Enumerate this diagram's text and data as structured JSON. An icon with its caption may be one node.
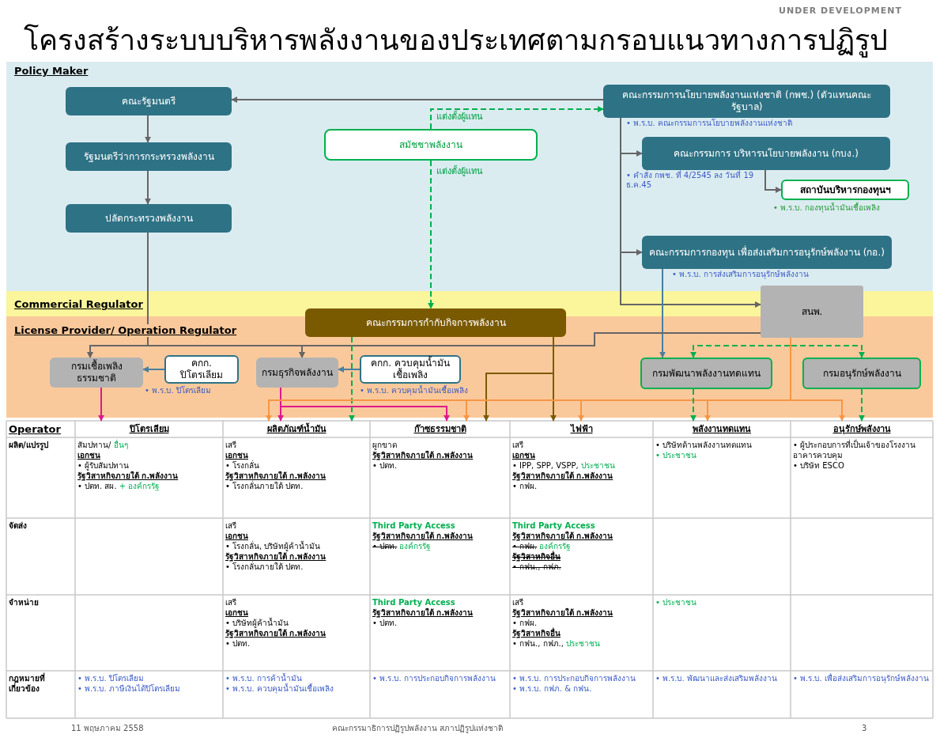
{
  "diagram": {
    "title": "โครงสร้างระบบบริหารพลังงานของประเทศตามกรอบแนวทางการปฏิรูป",
    "nodes": [
      {
        "text": [
          "คณะรัฐมนตรี"
        ]
      },
      {
        "text": [
          "รัฐมนตรีว่าการกระทรวงพลังงาน"
        ]
      },
      {
        "text": [
          "ปลัดกระทรวงพลังงาน"
        ]
      },
      {
        "text": [
          "สมัชชาพลังงาน"
        ]
      },
      {
        "text": [
          "คณะกรรมการนโยบายพลังงานแห่งชาติ (กพช.) (ตัวแทนคณะรัฐบาล)"
        ],
        "beside": [
          "• พ.ร.บ. คณะกรรมการนโยบายพลังงานแห่งชาติ"
        ]
      },
      {
        "text": [
          "คณะกรรมการ บริหารนโยบายพลังงาน (กบง.)"
        ],
        "beside": [
          "• คำสั่ง กพช. ที่ 4/2545 ลง วันที่ 19 ธ.ค.45"
        ]
      },
      {
        "text": [
          "สถาบันบริหารกองทุนฯ"
        ],
        "beside": [
          "• พ.ร.บ. กองทุนน้ำมันเชื้อเพลิง"
        ]
      },
      {
        "text": [
          "คณะกรรมการกองทุน เพื่อส่งเสริมการอนุรักษ์พลังงาน (กอ.)"
        ],
        "beside": [
          "• พ.ร.บ. การส่งเสริมการอนุรักษ์พลังงาน"
        ]
      },
      {
        "text": [
          "คณะกรรมการกำกับกิจการพลังงาน"
        ]
      },
      {
        "text": [
          "สนพ."
        ]
      },
      {
        "text": [
          "กรมเชื้อเพลิงธรรมชาติ"
        ]
      },
      {
        "text": [
          "คกก. ปิโตรเลียม"
        ],
        "beside": [
          "• พ.ร.บ. ปิโตรเลียม"
        ]
      },
      {
        "text": [
          "กรมธุรกิจพลังงาน"
        ]
      },
      {
        "text": [
          "คกก. ควบคุมน้ำมันเชื้อเพลิง"
        ],
        "beside": [
          "• พ.ร.บ. ควบคุมน้ำมันเชื้อเพลิง"
        ]
      },
      {
        "text": [
          "กรมพัฒนาพลังงานทดแทน"
        ]
      },
      {
        "text": [
          "กรมอนุรักษ์พลังงาน"
        ]
      },
      {
        "text": [
          "ปิโตรเลียม"
        ]
      },
      {
        "text": [
          "ผลิตภัณฑ์น้ำมัน"
        ]
      },
      {
        "text": [
          "ก๊าซธรรมชาติ"
        ]
      },
      {
        "text": [
          "ไฟฟ้า"
        ]
      },
      {
        "text": [
          "พลังงานทดแทน"
        ]
      },
      {
        "text": [
          "อนุรักษ์พลังงาน"
        ]
      }
    ],
    "edges": [
      {
        "from": 4,
        "to": 0,
        "arrow": "to"
      },
      {
        "from": 0,
        "to": 1,
        "arrow": "to"
      },
      {
        "from": 1,
        "to": 2,
        "arrow": "to"
      },
      {
        "from": 3,
        "to": 4,
        "arrow": "to",
        "label": "แต่งตั้งผู้แทน",
        "style": "dashed",
        "color": "#00b050"
      },
      {
        "from": 3,
        "to": 8,
        "arrow": "to",
        "label": "แต่งตั้งผู้แทน",
        "style": "dashed",
        "color": "#00b050"
      },
      {
        "from": 4,
        "to": 5,
        "arrow": "to"
      },
      {
        "from": 4,
        "to": 7,
        "arrow": "to"
      },
      {
        "from": 4,
        "to": 9,
        "arrow": "to"
      },
      {
        "from": 5,
        "to": 6,
        "arrow": "to"
      },
      {
        "from": 7,
        "to": 14,
        "arrow": "to",
        "color": "#4a7fa0"
      },
      {
        "from": 2,
        "to": 10,
        "arrow": "to"
      },
      {
        "from": 2,
        "to": 12,
        "arrow": "to"
      },
      {
        "from": 9,
        "to": 10,
        "arrow": "to"
      },
      {
        "from": 9,
        "to": 12,
        "arrow": "to"
      },
      {
        "from": 9,
        "to": 14,
        "arrow": "to",
        "style": "dashed",
        "color": "#00b050"
      },
      {
        "from": 9,
        "to": 15,
        "arrow": "to",
        "style": "dashed",
        "color": "#00b050"
      },
      {
        "from": 11,
        "to": 10,
        "arrow": "to",
        "color": "#4a7fa0"
      },
      {
        "from": 13,
        "to": 12,
        "arrow": "to",
        "color": "#4a7fa0"
      },
      {
        "from": 10,
        "to": 16,
        "arrow": "to",
        "color": "#e0198c"
      },
      {
        "from": 12,
        "to": 17,
        "arrow": "to",
        "color": "#e0198c"
      },
      {
        "from": 12,
        "to": 18,
        "arrow": "to",
        "color": "#e0198c"
      },
      {
        "from": 8,
        "to": 17,
        "arrow": "to",
        "style": "dashed",
        "color": "#00b050"
      },
      {
        "from": 8,
        "to": 18,
        "arrow": "to",
        "color": "#7a5a00"
      },
      {
        "from": 8,
        "to": 19,
        "arrow": "to",
        "color": "#7a5a00"
      },
      {
        "from": 9,
        "to": 17,
        "arrow": "to",
        "color": "#f79646"
      },
      {
        "from": 9,
        "to": 18,
        "arrow": "to",
        "color": "#f79646"
      },
      {
        "from": 9,
        "to": 19,
        "arrow": "to",
        "color": "#f79646"
      },
      {
        "from": 9,
        "to": 20,
        "arrow": "to",
        "color": "#f79646"
      },
      {
        "from": 9,
        "to": 21,
        "arrow": "to",
        "color": "#f79646"
      },
      {
        "from": 14,
        "to": 20,
        "arrow": "to",
        "style": "dashed",
        "color": "#00b050"
      },
      {
        "from": 15,
        "to": 21,
        "arrow": "to",
        "style": "dashed",
        "color": "#00b050"
      }
    ],
    "labels": [
      "UNDER DEVELOPMENT",
      "Policy Maker",
      "Commercial Regulator",
      "License Provider/ Operation Regulator",
      "Operator",
      "ผลิต/แปรรูป",
      "สัมปทาน/",
      "อื่นๆ",
      "เอกชน",
      "• ผู้รับสัมปทาน",
      "รัฐวิสาหกิจภายใต้ ก.พลังงาน",
      "• ปตท. สผ.",
      "+ องค์กรรัฐ",
      "เสรี",
      "เอกชน",
      "• โรงกลั่น",
      "รัฐวิสาหกิจภายใต้ ก.พลังงาน",
      "• โรงกลั่นภายใต้ ปตท.",
      "ผูกขาด",
      "รัฐวิสาหกิจภายใต้ ก.พลังงาน",
      "• ปตท.",
      "เสรี",
      "เอกชน",
      "• IPP, SPP, VSPP,",
      "ประชาชน",
      "รัฐวิสาหกิจภายใต้ ก.พลังงาน",
      "• กฟผ.",
      "• บริษัทด้านพลังงานทดแทน",
      "• ประชาชน",
      "• ผู้ประกอบการที่เป็นเจ้าของโรงงาน อาคารควบคุม",
      "• บริษัท ESCO",
      "จัดส่ง",
      "เสรี",
      "เอกชน",
      "• โรงกลั่น, บริษัทผู้ค้าน้ำมัน",
      "รัฐวิสาหกิจภายใต้ ก.พลังงาน",
      "• โรงกลั่นภายใต้ ปตท.",
      "Third Party Access",
      "รัฐวิสาหกิจภายใต้ ก.พลังงาน",
      "• ปตท.",
      "องค์กรรัฐ",
      "Third Party Access",
      "รัฐวิสาหกิจภายใต้ ก.พลังงาน",
      "• กฟผ.",
      "องค์กรรัฐ",
      "รัฐวิสาหกิจอื่น",
      "• กฟน., กฟภ.",
      "จำหน่าย",
      "เสรี",
      "เอกชน",
      "• บริษัทผู้ค้าน้ำมัน",
      "รัฐวิสาหกิจภายใต้ ก.พลังงาน",
      "• ปตท.",
      "Third Party Access",
      "รัฐวิสาหกิจภายใต้ ก.พลังงาน",
      "• ปตท.",
      "เสรี",
      "รัฐวิสาหกิจภายใต้ ก.พลังงาน",
      "• กฟผ.",
      "รัฐวิสาหกิจอื่น",
      "• กฟน., กฟภ.,",
      "ประชาชน",
      "• ประชาชน",
      "กฎหมายที่เกี่ยวข้อง",
      "• พ.ร.บ. ปิโตรเลียม",
      "• พ.ร.บ. ภาษีเงินได้ปิโตรเลียม",
      "• พ.ร.บ. การค้าน้ำมัน",
      "• พ.ร.บ. ควบคุมน้ำมันเชื้อเพลิง",
      "• พ.ร.บ. การประกอบกิจการพลังงาน",
      "• พ.ร.บ. การประกอบกิจการพลังงาน",
      "• พ.ร.บ. กฟภ. & กฟน.",
      "• พ.ร.บ. พัฒนาและส่งเสริมพลังงาน",
      "• พ.ร.บ. เพื่อส่งเสริมการอนุรักษ์พลังงาน",
      "11 พฤษภาคม 2558",
      "คณะกรรมาธิการปฏิรูปพลังงาน สภาปฏิรูปแห่งชาติ",
      "3"
    ]
  }
}
